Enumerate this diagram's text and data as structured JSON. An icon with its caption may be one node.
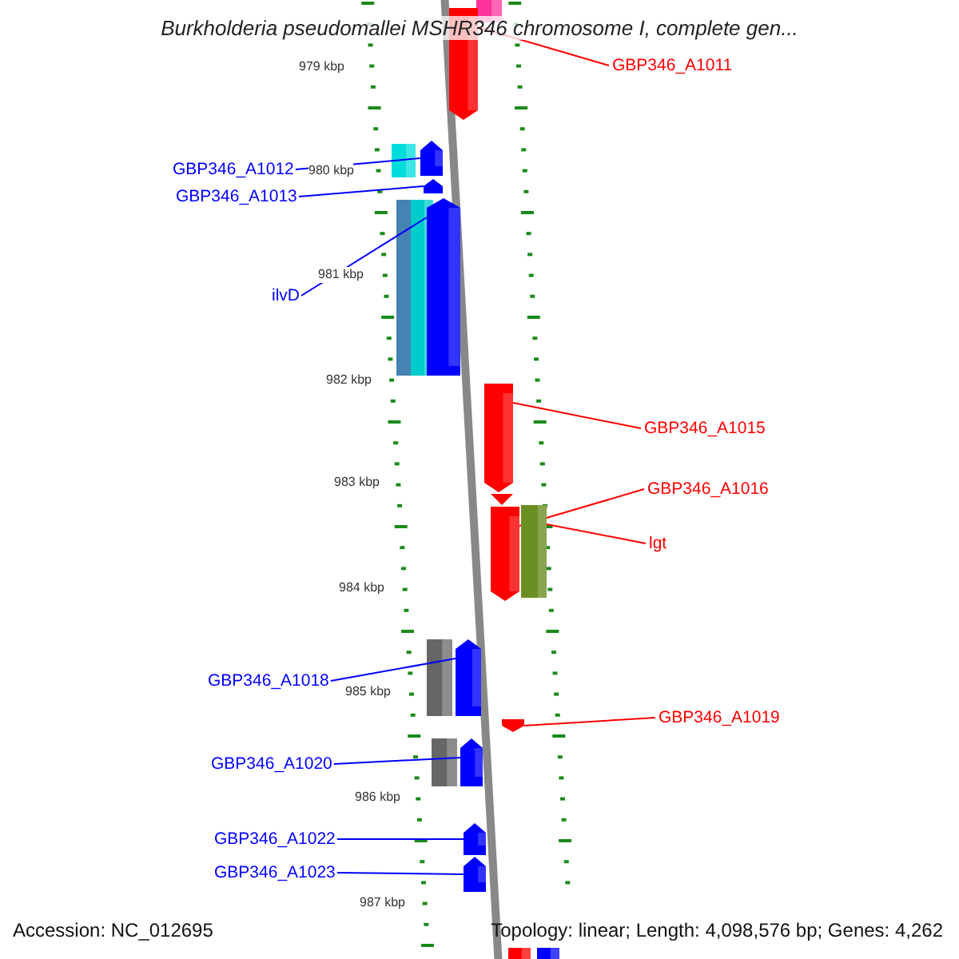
{
  "diagram": {
    "title": "Burkholderia pseudomallei MSHR346 chromosome I, complete gen...",
    "nodes": [
      {
        "text": [
          "GBP346_A1011"
        ]
      },
      {
        "text": [],
        "shape": "bar"
      },
      {
        "text": [
          "GBP346_A1012"
        ]
      },
      {
        "text": [],
        "shape": "bar"
      },
      {
        "text": [
          "GBP346_A1013"
        ]
      },
      {
        "text": [],
        "shape": "bar"
      },
      {
        "text": [
          "ilvD"
        ]
      },
      {
        "text": [],
        "shape": "bar"
      },
      {
        "text": [
          "GBP346_A1015"
        ]
      },
      {
        "text": [],
        "shape": "bar"
      },
      {
        "text": [
          "GBP346_A1016"
        ]
      },
      {
        "text": [],
        "shape": "bar"
      },
      {
        "text": [
          "lgt"
        ]
      },
      {
        "text": [],
        "shape": "box"
      },
      {
        "text": [
          "GBP346_A1018"
        ]
      },
      {
        "text": [],
        "shape": "bar"
      },
      {
        "text": [
          "GBP346_A1019"
        ]
      },
      {
        "text": [],
        "shape": "bar"
      },
      {
        "text": [
          "GBP346_A1020"
        ]
      },
      {
        "text": [],
        "shape": "bar"
      },
      {
        "text": [
          "GBP346_A1022"
        ]
      },
      {
        "text": [],
        "shape": "bar"
      },
      {
        "text": [
          "GBP346_A1023"
        ]
      },
      {
        "text": [],
        "shape": "bar"
      }
    ],
    "edges": [
      {
        "from": 0,
        "to": 1,
        "arrow": "none",
        "color": "#ff0000"
      },
      {
        "from": 2,
        "to": 3,
        "arrow": "none"
      },
      {
        "from": 4,
        "to": 5,
        "arrow": "none"
      },
      {
        "from": 6,
        "to": 7,
        "arrow": "none"
      },
      {
        "from": 8,
        "to": 9,
        "arrow": "none",
        "color": "#ff0000"
      },
      {
        "from": 10,
        "to": 11,
        "arrow": "none",
        "color": "#ff0000"
      },
      {
        "from": 12,
        "to": 13,
        "arrow": "none",
        "color": "#ff0000"
      },
      {
        "from": 14,
        "to": 15,
        "arrow": "none"
      },
      {
        "from": 16,
        "to": 17,
        "arrow": "none",
        "color": "#ff0000"
      },
      {
        "from": 18,
        "to": 19,
        "arrow": "none"
      },
      {
        "from": 20,
        "to": 21,
        "arrow": "none"
      },
      {
        "from": 22,
        "to": 23,
        "arrow": "none"
      }
    ],
    "labels": [
      "979 kbp",
      "980 kbp",
      "981 kbp",
      "982 kbp",
      "983 kbp",
      "984 kbp",
      "985 kbp",
      "986 kbp",
      "987 kbp",
      "Accession: NC_012695",
      "Topology: linear; Length: 4,098,576 bp; Genes: 4,262"
    ]
  }
}
